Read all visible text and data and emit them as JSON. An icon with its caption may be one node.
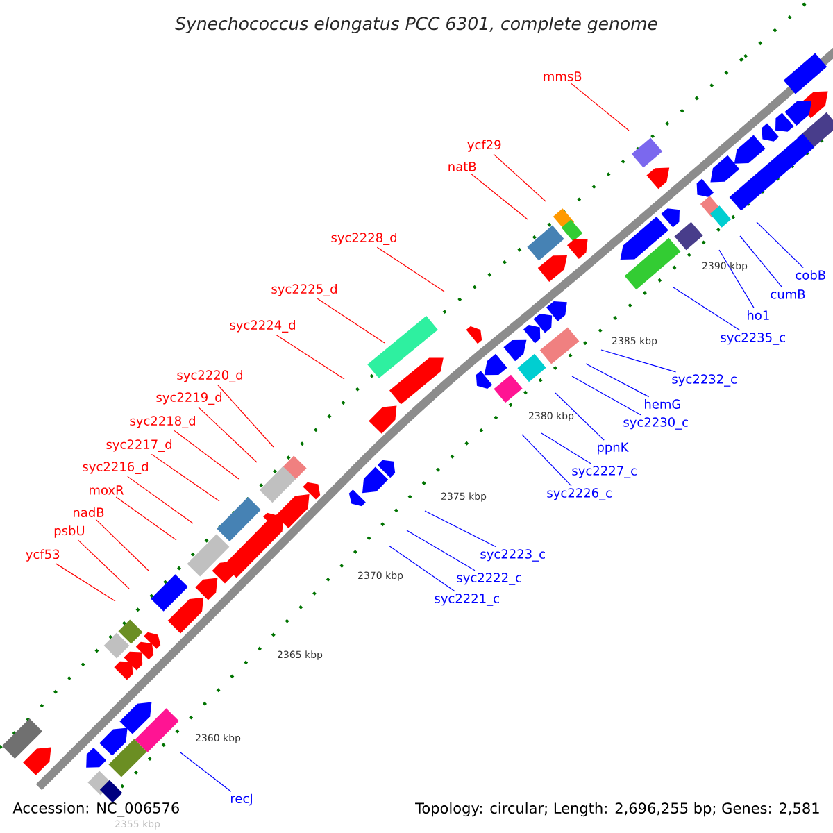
{
  "diagram": {
    "title": "Synechococcus elongatus PCC 6301, complete genome",
    "nodes": [
      {
        "text": [
          "mmsB"
        ]
      },
      {
        "text": [
          "ycf29"
        ]
      },
      {
        "text": [
          "natB"
        ]
      },
      {
        "text": [
          "syc2228_d"
        ]
      },
      {
        "text": [
          "syc2225_d"
        ]
      },
      {
        "text": [
          "syc2224_d"
        ]
      },
      {
        "text": [
          "syc2220_d"
        ]
      },
      {
        "text": [
          "syc2219_d"
        ]
      },
      {
        "text": [
          "syc2218_d"
        ]
      },
      {
        "text": [
          "syc2217_d"
        ]
      },
      {
        "text": [
          "syc2216_d"
        ]
      },
      {
        "text": [
          "moxR"
        ]
      },
      {
        "text": [
          "nadB"
        ]
      },
      {
        "text": [
          "psbU"
        ]
      },
      {
        "text": [
          "ycf53"
        ]
      },
      {
        "text": [
          "cobB"
        ]
      },
      {
        "text": [
          "cumB"
        ]
      },
      {
        "text": [
          "ho1"
        ]
      },
      {
        "text": [
          "syc2235_c"
        ]
      },
      {
        "text": [
          "syc2232_c"
        ]
      },
      {
        "text": [
          "hemG"
        ]
      },
      {
        "text": [
          "syc2230_c"
        ]
      },
      {
        "text": [
          "ppnK"
        ]
      },
      {
        "text": [
          "syc2227_c"
        ]
      },
      {
        "text": [
          "syc2226_c"
        ]
      },
      {
        "text": [
          "syc2223_c"
        ]
      },
      {
        "text": [
          "syc2222_c"
        ]
      },
      {
        "text": [
          "syc2221_c"
        ]
      },
      {
        "text": [
          "recJ"
        ]
      }
    ],
    "edges": [
      {
        "from": 0,
        "to": null,
        "arrow": "none"
      },
      {
        "from": 1,
        "to": null,
        "arrow": "none"
      },
      {
        "from": 2,
        "to": null,
        "arrow": "none"
      },
      {
        "from": 3,
        "to": null,
        "arrow": "none"
      },
      {
        "from": 4,
        "to": null,
        "arrow": "none"
      },
      {
        "from": 5,
        "to": null,
        "arrow": "none"
      },
      {
        "from": 6,
        "to": null,
        "arrow": "none"
      },
      {
        "from": 7,
        "to": null,
        "arrow": "none"
      },
      {
        "from": 8,
        "to": null,
        "arrow": "none"
      },
      {
        "from": 9,
        "to": null,
        "arrow": "none"
      },
      {
        "from": 10,
        "to": null,
        "arrow": "none"
      },
      {
        "from": 11,
        "to": null,
        "arrow": "none"
      },
      {
        "from": 12,
        "to": null,
        "arrow": "none"
      },
      {
        "from": 13,
        "to": null,
        "arrow": "none"
      },
      {
        "from": 14,
        "to": null,
        "arrow": "none"
      },
      {
        "from": 15,
        "to": null,
        "arrow": "none",
        "color": "#0000ff"
      },
      {
        "from": 16,
        "to": null,
        "arrow": "none",
        "color": "#0000ff"
      },
      {
        "from": 17,
        "to": null,
        "arrow": "none",
        "color": "#0000ff"
      },
      {
        "from": 18,
        "to": null,
        "arrow": "none",
        "color": "#0000ff"
      },
      {
        "from": 19,
        "to": null,
        "arrow": "none",
        "color": "#0000ff"
      },
      {
        "from": 20,
        "to": null,
        "arrow": "none",
        "color": "#0000ff"
      },
      {
        "from": 21,
        "to": null,
        "arrow": "none",
        "color": "#0000ff"
      },
      {
        "from": 22,
        "to": null,
        "arrow": "none",
        "color": "#0000ff"
      },
      {
        "from": 23,
        "to": null,
        "arrow": "none",
        "color": "#0000ff"
      },
      {
        "from": 24,
        "to": null,
        "arrow": "none",
        "color": "#0000ff"
      },
      {
        "from": 25,
        "to": null,
        "arrow": "none",
        "color": "#0000ff"
      },
      {
        "from": 26,
        "to": null,
        "arrow": "none",
        "color": "#0000ff"
      },
      {
        "from": 27,
        "to": null,
        "arrow": "none",
        "color": "#0000ff"
      },
      {
        "from": 28,
        "to": null,
        "arrow": "none",
        "color": "#0000ff"
      }
    ],
    "labels": [
      "2390 kbp",
      "2385 kbp",
      "2380 kbp",
      "2375 kbp",
      "2370 kbp",
      "2365 kbp",
      "2360 kbp",
      "Accession: NC_006576",
      "Topology: circular; Length: 2,696,255 bp; Genes: 2,581",
      "2355 kbp"
    ]
  }
}
